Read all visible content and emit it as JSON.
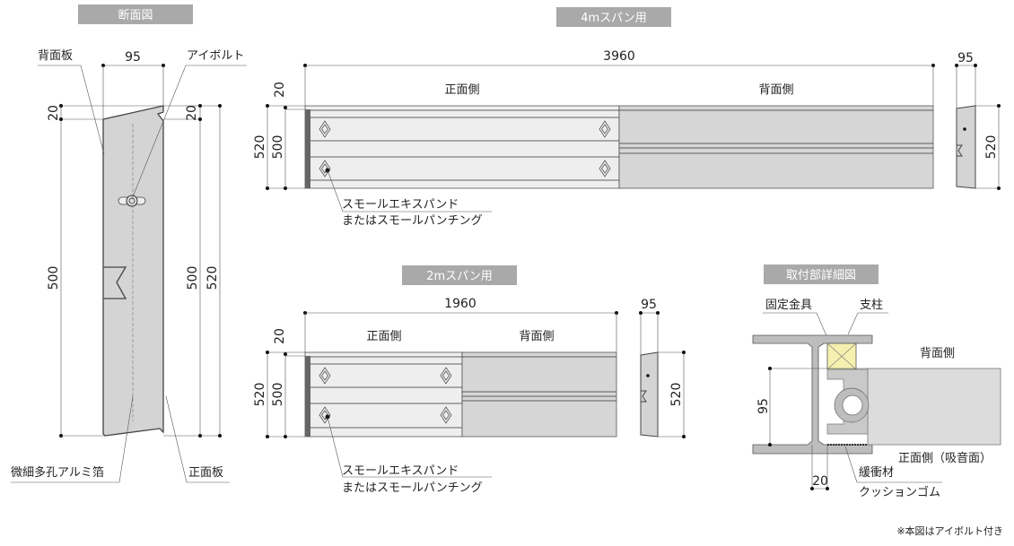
{
  "section_view": {
    "title": "断面図",
    "labels": {
      "back_plate": "背面板",
      "eye_bolt": "アイボルト",
      "foil": "微細多孔アルミ箔",
      "front_plate": "正面板"
    },
    "dims": {
      "width": "95",
      "top_left": "20",
      "top_right": "20",
      "height_left": "500",
      "height_right_500": "500",
      "height_right_520": "520"
    }
  },
  "span_4m": {
    "title": "4mスパン用",
    "front_label": "正面側",
    "back_label": "背面側",
    "dims": {
      "length": "3960",
      "top": "20",
      "h520": "520",
      "h500": "500",
      "side_width": "95",
      "side_height": "520"
    },
    "note_line1": "スモールエキスパンド",
    "note_line2": "またはスモールパンチング"
  },
  "span_2m": {
    "title": "2mスパン用",
    "front_label": "正面側",
    "back_label": "背面側",
    "dims": {
      "length": "1960",
      "top": "20",
      "h520": "520",
      "h500": "500",
      "side_width": "95",
      "side_height": "520"
    },
    "note_line1": "スモールエキスパンド",
    "note_line2": "またはスモールパンチング"
  },
  "detail_view": {
    "title": "取付部詳細図",
    "labels": {
      "bracket": "固定金具",
      "post": "支柱",
      "back_side": "背面側",
      "front_side": "正面側（吸音面）",
      "cushion": "緩衝材",
      "cushion_rubber": "クッションゴム"
    },
    "dims": {
      "depth": "95",
      "offset": "20"
    },
    "colors": {
      "bracket": "#f5f0b0",
      "steel": "#bdbdbd",
      "panel": "#dcdcdc"
    }
  },
  "footnote": "※本図はアイボルト付き"
}
